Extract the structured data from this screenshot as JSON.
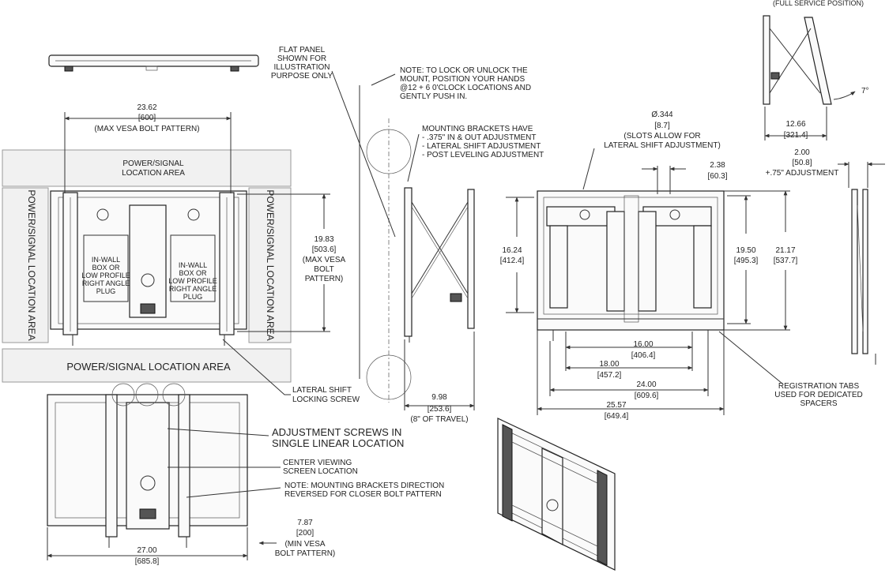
{
  "header": {
    "full_service_note": "(FULL SERVICE POSITION)"
  },
  "front_view": {
    "width_in": "23.62",
    "width_mm": "[600]",
    "width_note": "(MAX VESA BOLT PATTERN)",
    "height_in": "19.83",
    "height_mm": "[503.6]",
    "height_note_1": "(MAX VESA",
    "height_note_2": "BOLT",
    "height_note_3": "PATTERN)",
    "top_zone_1": "POWER/SIGNAL",
    "top_zone_2": "LOCATION AREA",
    "left_zone": "POWER/SIGNAL LOCATION AREA",
    "right_zone": "POWER/SIGNAL LOCATION AREA",
    "bottom_zone": "POWER/SIGNAL LOCATION AREA",
    "box_1": "IN-WALL",
    "box_2": "BOX OR",
    "box_3": "LOW PROFILE",
    "box_4": "RIGHT ANGLE",
    "box_5": "PLUG",
    "lateral_1": "LATERAL SHIFT",
    "lateral_2": "LOCKING SCREW"
  },
  "side_view": {
    "flat_1": "FLAT PANEL",
    "flat_2": "SHOWN FOR",
    "flat_3": "ILLUSTRATION",
    "flat_4": "PURPOSE ONLY",
    "lock_1": "NOTE: TO LOCK OR UNLOCK THE",
    "lock_2": "MOUNT, POSITION YOUR HANDS",
    "lock_3": "@12 + 6 0'CLOCK LOCATIONS AND",
    "lock_4": "GENTLY PUSH IN.",
    "brackets_1": "MOUNTING BRACKETS HAVE",
    "brackets_2": "- .375\" IN & OUT ADJUSTMENT",
    "brackets_3": "- LATERAL SHIFT ADJUSTMENT",
    "brackets_4": "- POST LEVELING ADJUSTMENT",
    "travel_in": "9.98",
    "travel_mm": "[253.6]",
    "travel_note": "(8\" OF TRAVEL)"
  },
  "service_view": {
    "angle": "7°",
    "width_in": "12.66",
    "width_mm": "[321.4]"
  },
  "wall_plate": {
    "slot_in": "Ø.344",
    "slot_mm": "[8.7]",
    "slot_note_1": "(SLOTS ALLOW FOR",
    "slot_note_2": "LATERAL SHIFT ADJUSTMENT)",
    "gap_in": "2.38",
    "gap_mm": "[60.3]",
    "h1_in": "16.24",
    "h1_mm": "[412.4]",
    "h2_in": "19.50",
    "h2_mm": "[495.3]",
    "h3_in": "21.17",
    "h3_mm": "[537.7]",
    "w1_in": "16.00",
    "w1_mm": "[406.4]",
    "w2_in": "18.00",
    "w2_mm": "[457.2]",
    "w3_in": "24.00",
    "w3_mm": "[609.6]",
    "w4_in": "25.57",
    "w4_mm": "[649.4]",
    "reg_1": "REGISTRATION TABS",
    "reg_2": "USED FOR DEDICATED",
    "reg_3": "SPACERS"
  },
  "depth_view": {
    "depth_in": "2.00",
    "depth_mm": "[50.8]",
    "adjust": "+.75\" ADJUSTMENT"
  },
  "reversed_view": {
    "screws_1": "ADJUSTMENT SCREWS IN",
    "screws_2": "SINGLE LINEAR LOCATION",
    "center_1": "CENTER VIEWING",
    "center_2": "SCREEN LOCATION",
    "rev_1": "NOTE: MOUNTING BRACKETS DIRECTION",
    "rev_2": "REVERSED FOR CLOSER BOLT PATTERN",
    "min_in": "7.87",
    "min_mm": "[200]",
    "min_note_1": "(MIN VESA",
    "min_note_2": "BOLT PATTERN)",
    "width_in": "27.00",
    "width_mm": "[685.8]"
  }
}
